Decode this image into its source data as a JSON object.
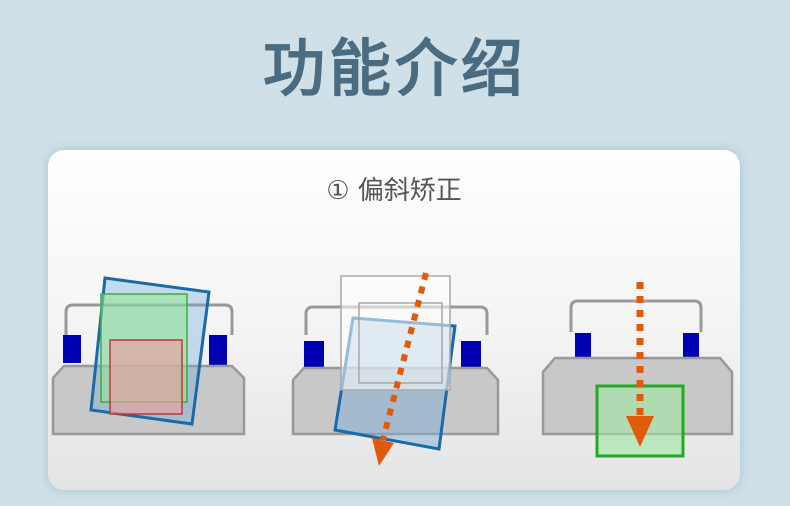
{
  "header": {
    "title": "功能介绍"
  },
  "card": {
    "step_heading": "① 偏斜矫正"
  },
  "colors": {
    "background": "#cfe0e8",
    "title": "#4a6b80",
    "device_fill": "#c8c8c8",
    "device_stroke": "#999999",
    "sensor": "#0000b3",
    "card_blue": "#1a6aa8",
    "card_green": "#3fae3f",
    "card_red": "#cc3333",
    "arrow": "#e05a0c"
  },
  "icons": [
    "scanner-device",
    "tilted-card",
    "down-arrow"
  ]
}
